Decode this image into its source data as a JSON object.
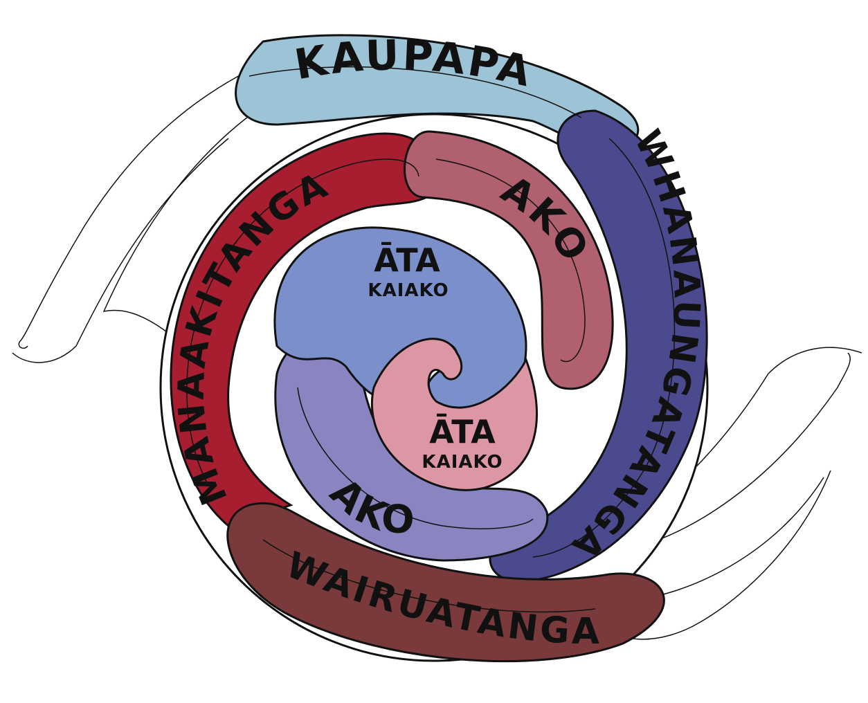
{
  "diagram": {
    "bands": {
      "kaupapa": "KAUPAPA",
      "manaakitanga": "MANAAKITANGA",
      "whanaungatanga": "WHANAUNGATANGA",
      "wairuatanga": "WAIRUATANGA",
      "ako_upper": "AKO",
      "ako_lower": "AKO"
    },
    "centre": {
      "upper_title": "ĀTA",
      "upper_sub": "KAIAKO",
      "lower_title": "ĀTA",
      "lower_sub": "KAIAKO"
    },
    "colors": {
      "kaupapa": "#9dc3d6",
      "manaakitanga": "#a61e2f",
      "whanaungatanga": "#4c4a8e",
      "wairuatanga": "#7a3a3c",
      "ako_upper": "#b0606e",
      "ako_lower": "#8885c0",
      "centre_blue": "#7b8fcb",
      "centre_pink": "#dd97a4"
    }
  }
}
